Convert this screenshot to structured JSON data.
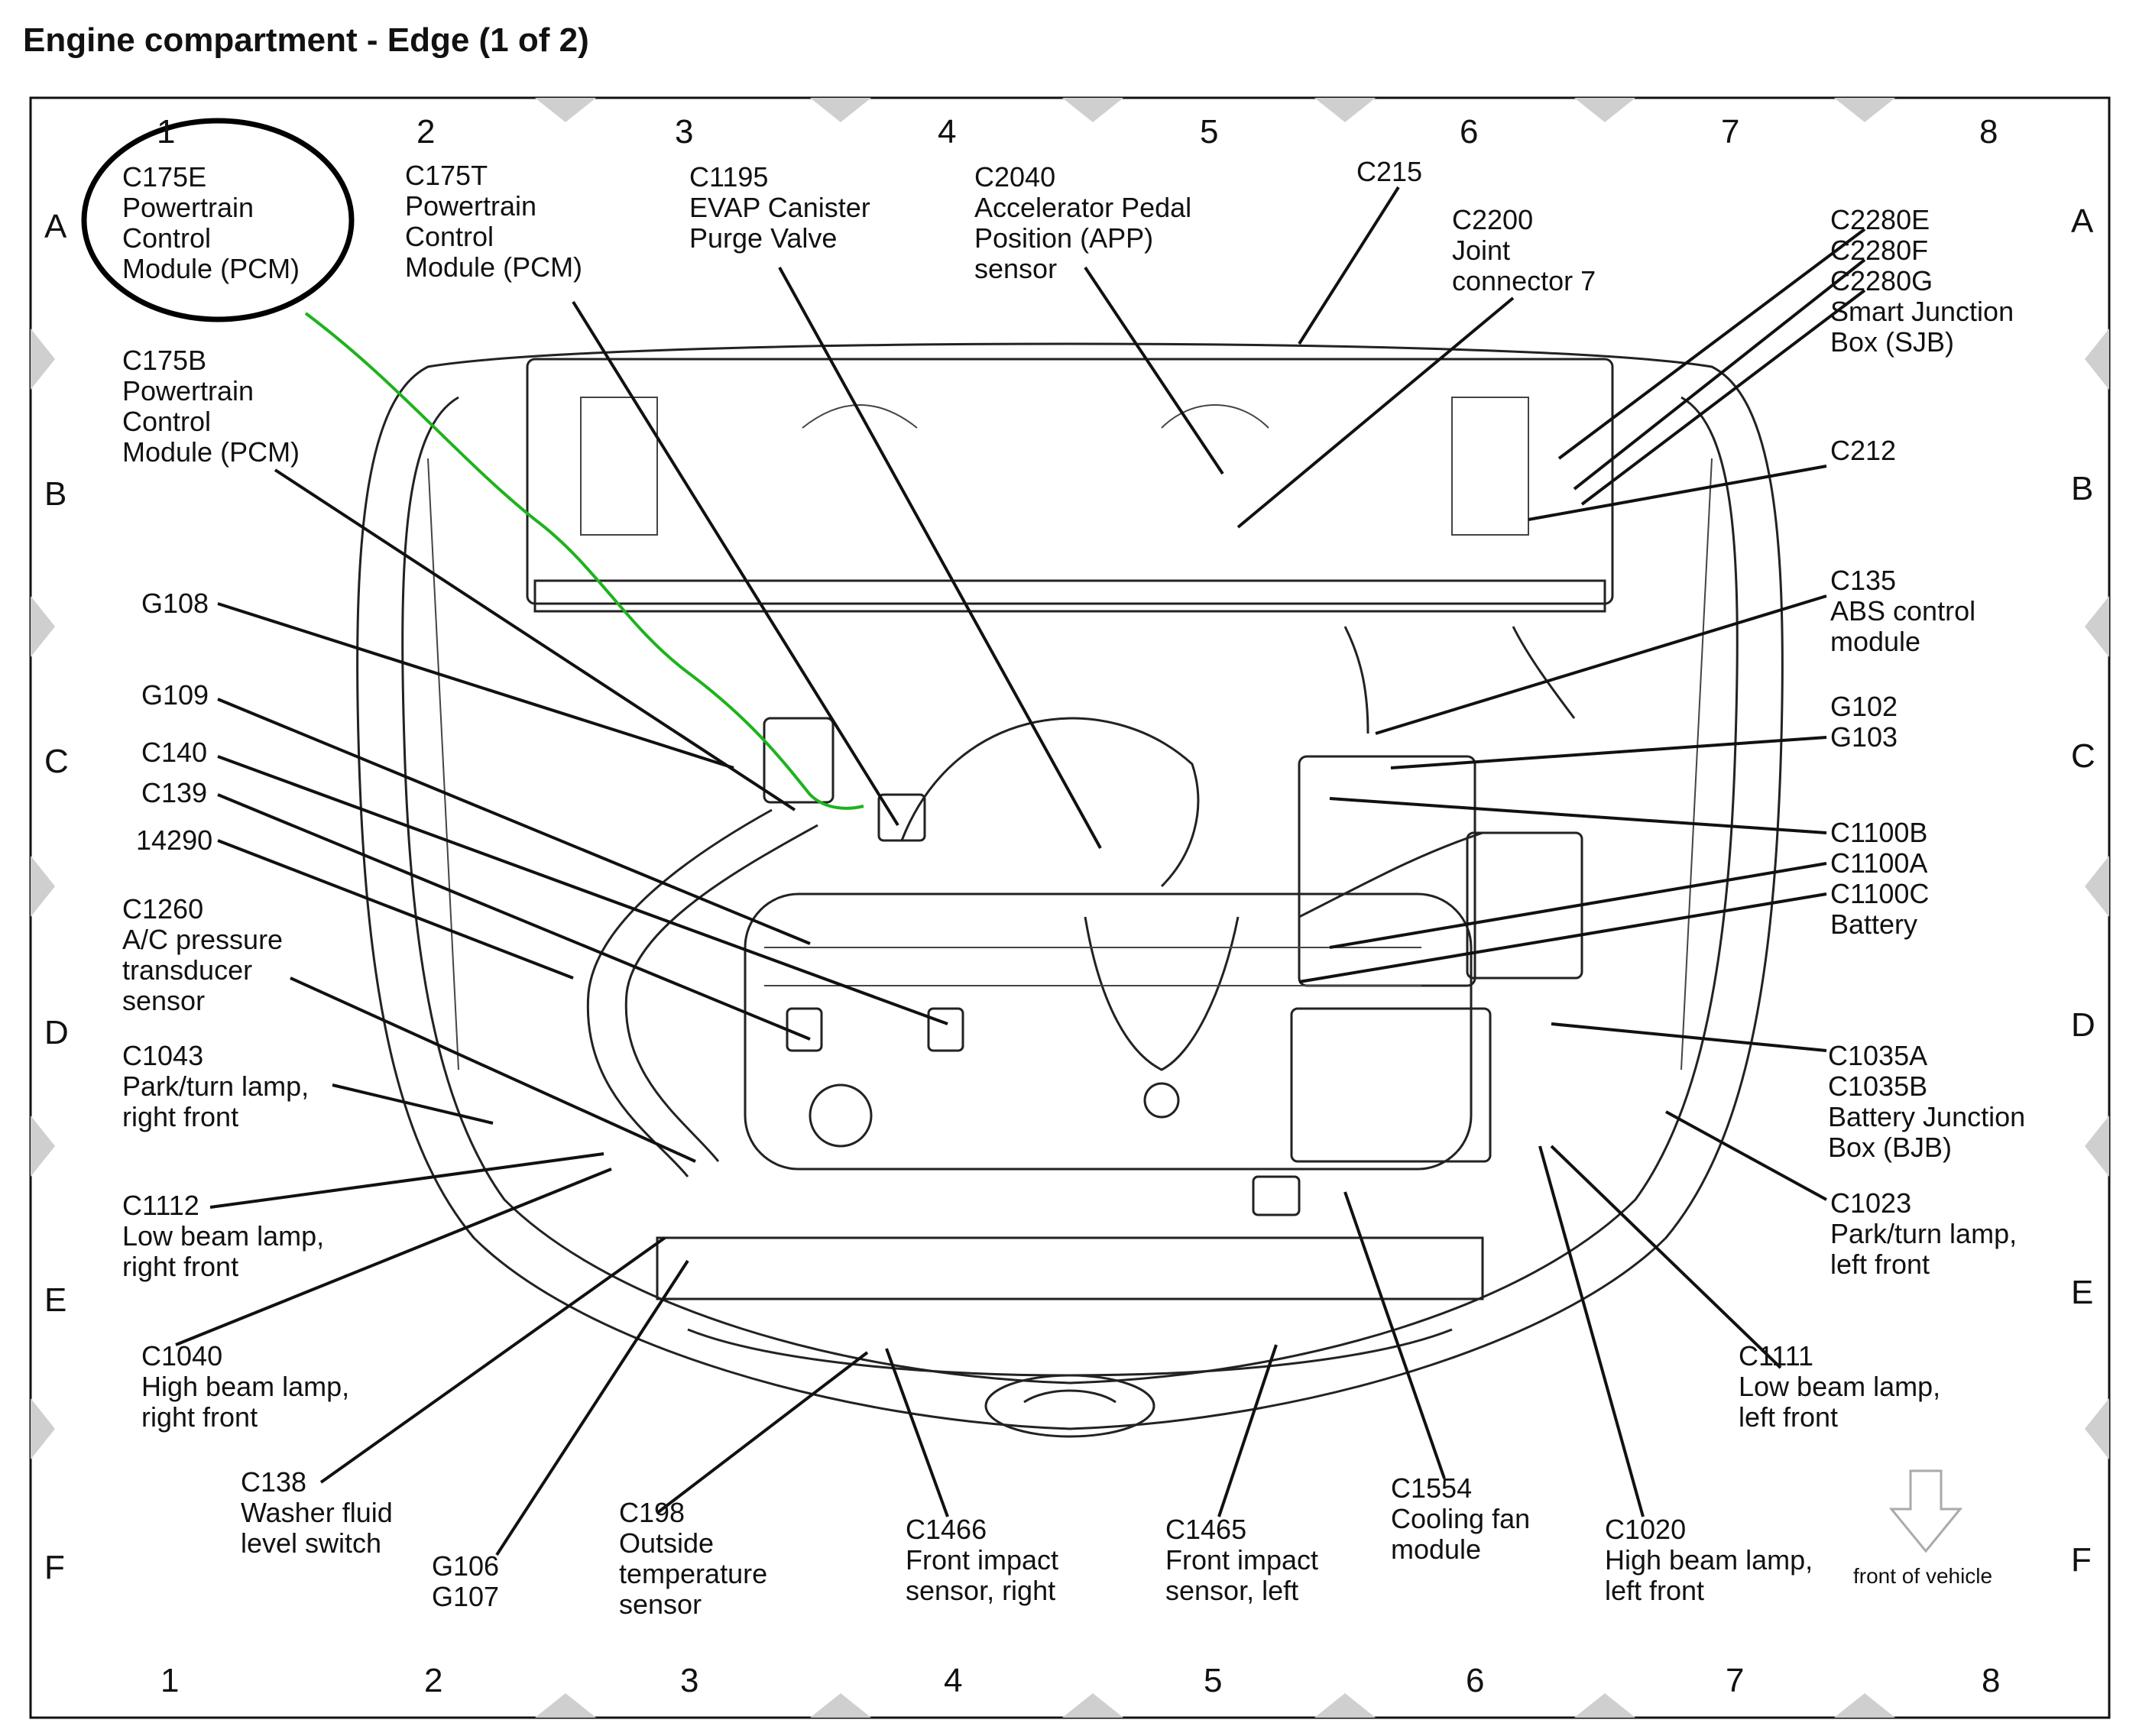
{
  "title": "Engine compartment - Edge (1 of 2)",
  "grid": {
    "columns": [
      "1",
      "2",
      "3",
      "4",
      "5",
      "6",
      "7",
      "8"
    ],
    "rows": [
      "A",
      "B",
      "C",
      "D",
      "E",
      "F"
    ]
  },
  "highlight": {
    "circle_color": "#000000",
    "wire_color": "#1db31d"
  },
  "labels": {
    "c175e": "C175E\nPowertrain\nControl\nModule (PCM)",
    "c175t": "C175T\nPowertrain\nControl\nModule (PCM)",
    "c1195": "C1195\nEVAP Canister\nPurge Valve",
    "c2040": "C2040\nAccelerator Pedal\nPosition (APP)\nsensor",
    "c215": "C215",
    "c2200": "C2200\nJoint\nconnector 7",
    "c2280": "C2280E\nC2280F\nC2280G\nSmart Junction\nBox (SJB)",
    "c175b": "C175B\nPowertrain\nControl\nModule (PCM)",
    "c212": "C212",
    "g108": "G108",
    "c135": "C135\nABS control\nmodule",
    "g109": "G109",
    "g102": "G102\nG103",
    "c140": "C140",
    "c139": "C139",
    "n14290": "14290",
    "c1100": "C1100B\nC1100A\nC1100C\nBattery",
    "c1260": "C1260\nA/C pressure\ntransducer\nsensor",
    "c1043": "C1043\nPark/turn lamp,\nright front",
    "c1035": "C1035A\nC1035B\nBattery Junction\nBox (BJB)",
    "c1112": "C1112\nLow beam lamp,\nright front",
    "c1023": "C1023\nPark/turn lamp,\nleft front",
    "c1040": "C1040\nHigh beam lamp,\nright front",
    "c1111": "C1111\nLow beam lamp,\nleft front",
    "c138": "C138\nWasher fluid\nlevel switch",
    "c198": "C198\nOutside\ntemperature\nsensor",
    "c1466": "C1466\nFront impact\nsensor, right",
    "c1465": "C1465\nFront impact\nsensor, left",
    "c1554": "C1554\nCooling fan\nmodule",
    "c1020": "C1020\nHigh beam lamp,\nleft front",
    "g106": "G106\nG107"
  },
  "front_of_vehicle": "front of vehicle"
}
